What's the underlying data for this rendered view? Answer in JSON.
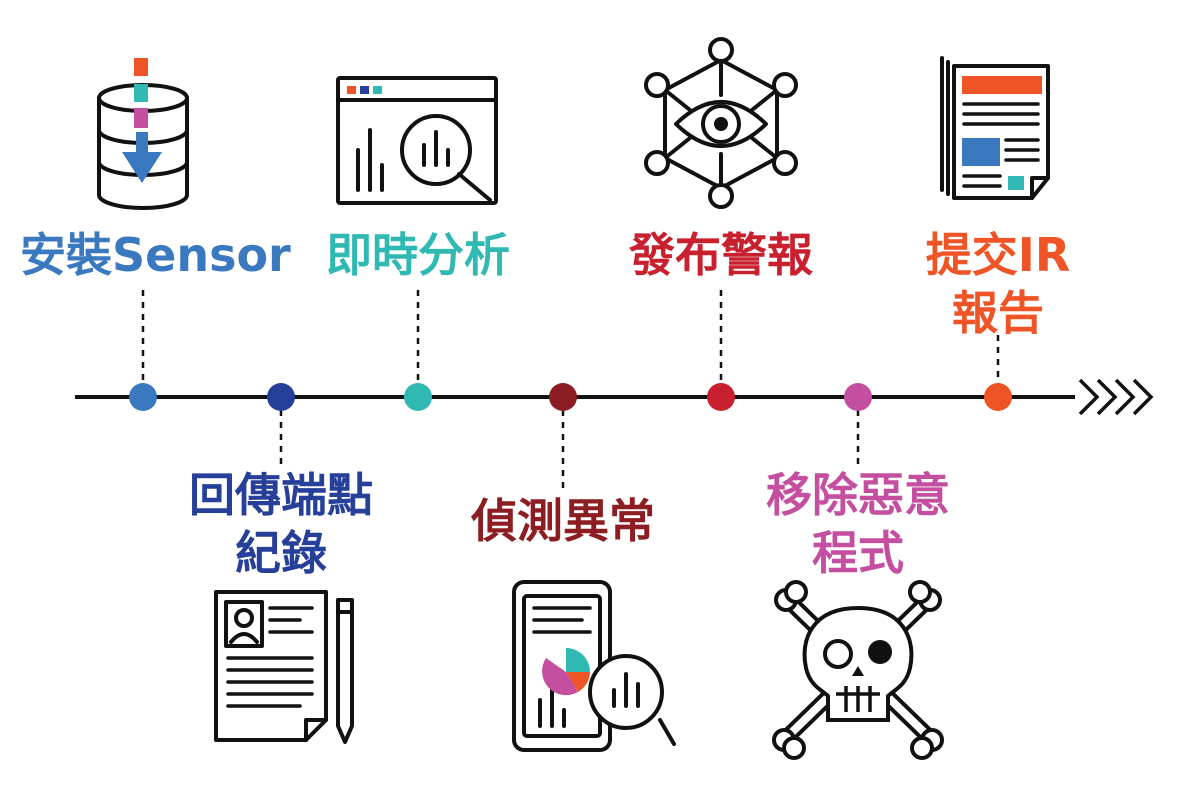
{
  "colors": {
    "line": "#111111",
    "blue": "#3a78c0",
    "navy": "#26409a",
    "teal": "#2fb9b2",
    "maroon": "#8c1d22",
    "red": "#c8202e",
    "magenta": "#c44fa0",
    "orange": "#ee5426"
  },
  "arrow_glyph": "❯❯❯❯",
  "steps": [
    {
      "id": "install",
      "lines": [
        "安裝Sensor"
      ],
      "color": "#3a78c0",
      "position": "top",
      "icon": "database-download-icon"
    },
    {
      "id": "upload",
      "lines": [
        "回傳端點",
        "紀錄"
      ],
      "color": "#26409a",
      "position": "bottom",
      "icon": "document-pencil-icon"
    },
    {
      "id": "analyze",
      "lines": [
        "即時分析"
      ],
      "color": "#2fb9b2",
      "position": "top",
      "icon": "browser-magnifier-icon"
    },
    {
      "id": "detect",
      "lines": [
        "偵測異常"
      ],
      "color": "#8c1d22",
      "position": "bottom",
      "icon": "phone-analytics-icon"
    },
    {
      "id": "alert",
      "lines": [
        "發布警報"
      ],
      "color": "#c8202e",
      "position": "top",
      "icon": "eye-network-icon"
    },
    {
      "id": "remove",
      "lines": [
        "移除惡意",
        "程式"
      ],
      "color": "#c44fa0",
      "position": "bottom",
      "icon": "skull-crossbones-icon"
    },
    {
      "id": "report",
      "lines": [
        "提交IR",
        "報告"
      ],
      "color": "#ee5426",
      "position": "top",
      "icon": "report-document-icon"
    }
  ]
}
